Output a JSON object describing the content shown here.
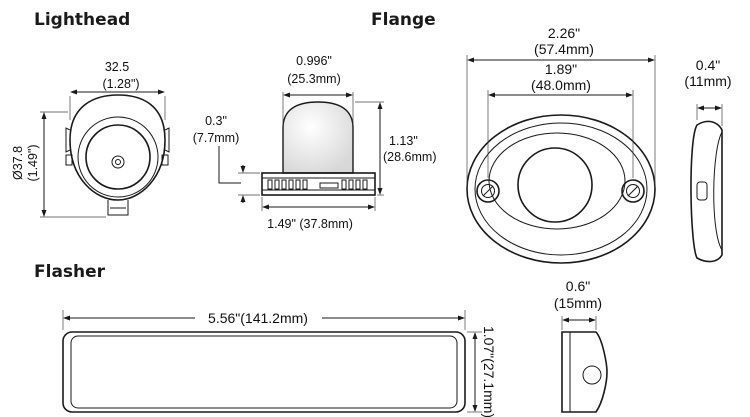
{
  "sections": {
    "lighthead": "Lighthead",
    "flange": "Flange",
    "flasher": "Flasher"
  },
  "lighthead": {
    "front_width_mm": "32.5",
    "front_width_in": "(1.28\")",
    "front_height_mm": "Ø37.8",
    "front_height_in": "(1.49\")",
    "dome_width_in": "0.996\"",
    "dome_width_mm": "(25.3mm)",
    "base_height_in": "0.3\"",
    "base_height_mm": "(7.7mm)",
    "total_height_in": "1.13\"",
    "total_height_mm": "(28.6mm)",
    "base_width": "1.49\" (37.8mm)"
  },
  "flange": {
    "outer_width_in": "2.26\"",
    "outer_width_mm": "(57.4mm)",
    "hole_spacing_in": "1.89\"",
    "hole_spacing_mm": "(48.0mm)",
    "depth_in": "0.4\"",
    "depth_mm": "(11mm)"
  },
  "flasher": {
    "length": "5.56\"(141.2mm)",
    "height": "1.07\"(27.1mm)",
    "depth_in": "0.6\"",
    "depth_mm": "(15mm)"
  }
}
